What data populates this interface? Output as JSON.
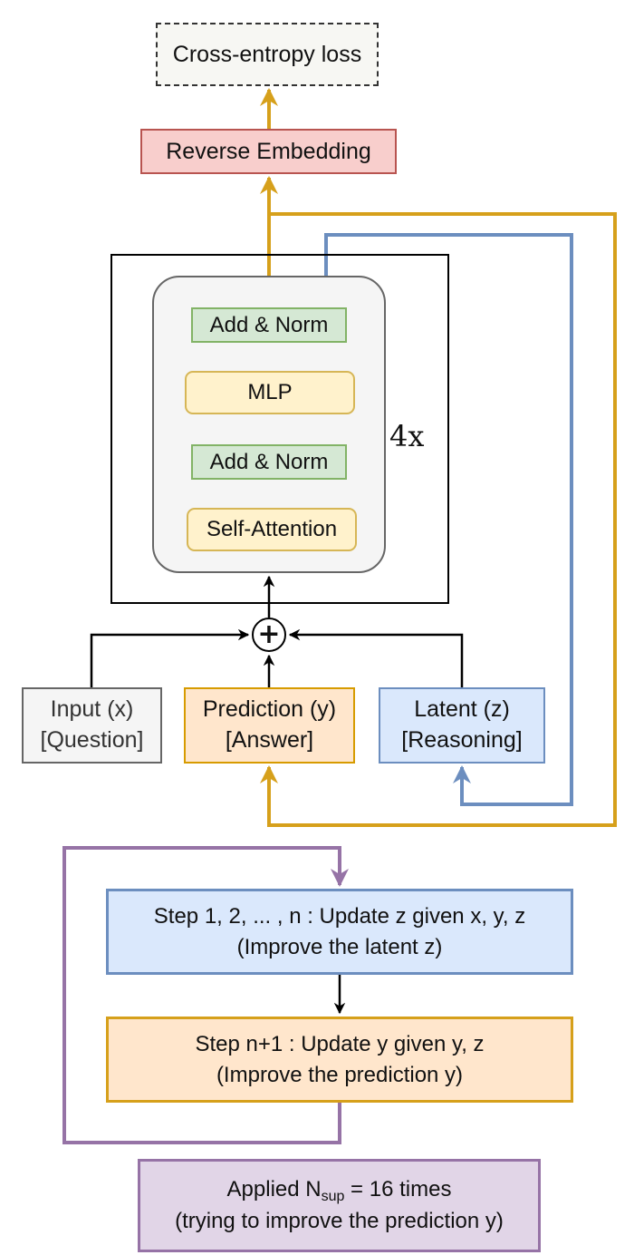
{
  "loss": {
    "label": "Cross-entropy loss"
  },
  "output": {
    "label": "Reverse Embedding"
  },
  "block": {
    "layers": {
      "add_norm_top": "Add & Norm",
      "mlp": "MLP",
      "add_norm_bottom": "Add & Norm",
      "self_attention": "Self-Attention"
    },
    "repeat": "4x"
  },
  "inputs": [
    {
      "line1": "Input (x)",
      "line2": "[Question]"
    },
    {
      "line1": "Prediction (y)",
      "line2": "[Answer]"
    },
    {
      "line1": "Latent (z)",
      "line2": "[Reasoning]"
    }
  ],
  "loop": {
    "step_latent": {
      "line1": "Step 1, 2, ... , n : Update z given x, y, z",
      "line2": "(Improve the latent z)"
    },
    "step_prediction": {
      "line1": "Step n+1 : Update y given y, z",
      "line2": "(Improve the prediction y)"
    },
    "applied": {
      "prefix": "Applied N",
      "subscript": "sup",
      "suffix": " = 16 times",
      "line2": "(trying to improve the prediction y)"
    }
  },
  "colors": {
    "orange": "#d6a01b",
    "blue": "#6c8ebf",
    "purple": "#9673a6",
    "black": "#000000"
  }
}
